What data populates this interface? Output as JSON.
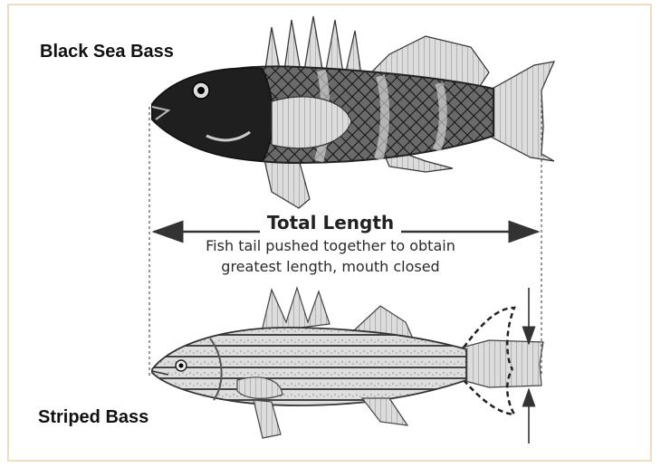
{
  "labels": {
    "top_fish": "Black Sea Bass",
    "bottom_fish": "Striped Bass"
  },
  "measurement": {
    "title": "Total Length",
    "caption_line1": "Fish tail pushed together to obtain",
    "caption_line2": "greatest length, mouth closed"
  },
  "colors": {
    "frame": "#f2dcc0",
    "ink": "#222222",
    "black_sea_bass_body": "#3a3a3a",
    "striped_bass_body": "#d8d8d8"
  },
  "illustrations": [
    "black-sea-bass-fish-icon",
    "striped-bass-fish-icon",
    "total-length-arrow-icon",
    "tail-compression-arrows-icon"
  ]
}
